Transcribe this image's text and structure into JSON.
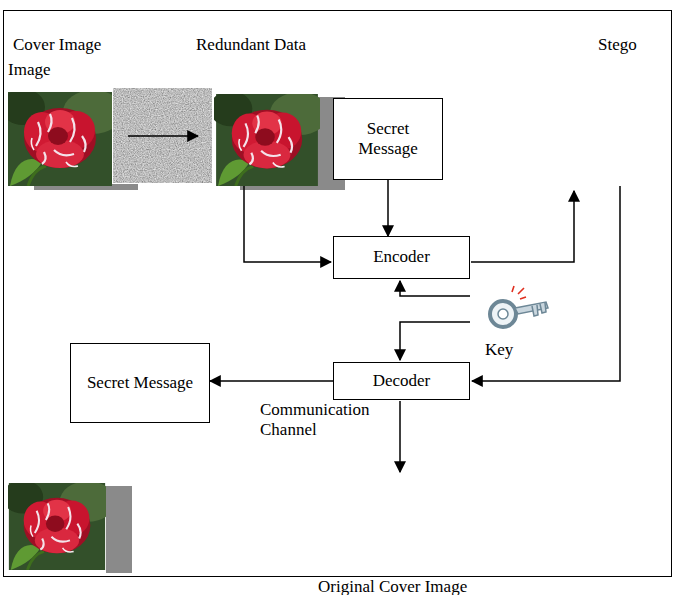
{
  "diagram": {
    "nodes": [
      {
        "text": [
          "Secret Message"
        ]
      },
      {
        "text": [
          "Encoder"
        ]
      },
      {
        "text": [
          "Secret Message"
        ]
      },
      {
        "text": [
          "Decoder"
        ]
      }
    ],
    "edges": [
      {
        "from": 0,
        "to": 1,
        "arrow": "to"
      },
      {
        "from": 3,
        "to": 2,
        "arrow": "to"
      }
    ],
    "labels": [
      "Cover Image",
      "Image",
      "Redundant Data",
      "Stego",
      "Key",
      "Communication Channel",
      "Original Cover Image"
    ]
  }
}
